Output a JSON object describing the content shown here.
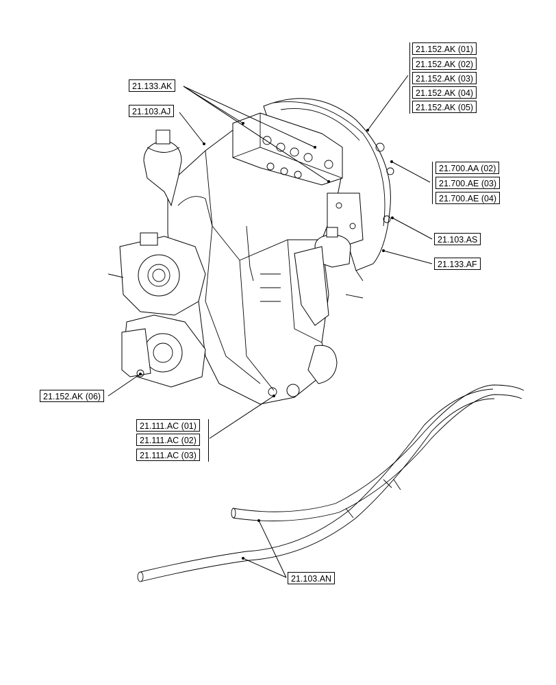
{
  "callouts": {
    "k_21_133_ak": "21.133.AK",
    "k_21_103_aj": "21.103.AJ",
    "k_21_152_ak_01": "21.152.AK (01)",
    "k_21_152_ak_02": "21.152.AK (02)",
    "k_21_152_ak_03": "21.152.AK (03)",
    "k_21_152_ak_04": "21.152.AK (04)",
    "k_21_152_ak_05": "21.152.AK (05)",
    "k_21_700_aa_02": "21.700.AA (02)",
    "k_21_700_ae_03": "21.700.AE (03)",
    "k_21_700_ae_04": "21.700.AE (04)",
    "k_21_103_as": "21.103.AS",
    "k_21_133_af": "21.133.AF",
    "k_21_152_ak_06": "21.152.AK (06)",
    "k_21_111_ac_01": "21.111.AC (01)",
    "k_21_111_ac_02": "21.111.AC (02)",
    "k_21_111_ac_03": "21.111.AC (03)",
    "k_21_103_an": "21.103.AN"
  }
}
